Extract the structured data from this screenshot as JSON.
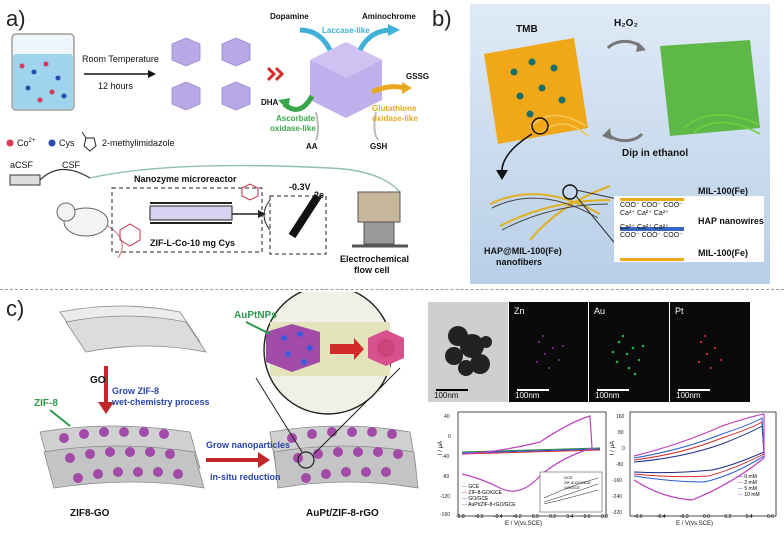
{
  "panel_a": {
    "letter": "a)",
    "condition_top": "Room Temperature",
    "condition_bottom": "12 hours",
    "legend": {
      "co": "Co",
      "co_sup": "2+",
      "cys": "Cys",
      "mim": "2-methylimidazole"
    },
    "nodes": {
      "dopamine": "Dopamine",
      "laccase": "Laccase-like",
      "aminochrome": "Aminochrome",
      "dha": "DHA",
      "gssg": "GSSG",
      "ascorbate": "Ascorbate",
      "ascorbate2": "oxidase-like",
      "glutathione": "Glutathione",
      "glutathione2": "oxidase-like",
      "aa": "AA",
      "gsh": "GSH"
    },
    "flow": {
      "acsf": "aCSF",
      "csf": "CSF",
      "microreactor": "Nanozyme microreactor",
      "zif": "ZIF-L-Co-10 mg Cys",
      "voltage": "-0.3V",
      "electrons": "2e",
      "cell1": "Electrochemical",
      "cell2": "flow cell"
    },
    "colors": {
      "laccase": "#3fb0d8",
      "ascorbate": "#3aa64a",
      "glutathione": "#e8a81e"
    }
  },
  "panel_b": {
    "letter": "b)",
    "tmb": "TMB",
    "h2o2": "H₂O₂",
    "dip": "Dip in ethanol",
    "fiber1": "HAP@MIL-100(Fe)",
    "fiber2": "nanofibers",
    "mil_top": "MIL-100(Fe)",
    "hap": "HAP nanowires",
    "mil_bottom": "MIL-100(Fe)",
    "coo": "COO⁻",
    "ca": "Ca²⁺"
  },
  "panel_c": {
    "letter": "c)",
    "go": "GO",
    "grow_zif1": "Grow ZIF-8",
    "grow_zif2": "wet-chemistry process",
    "zif8": "ZIF-8",
    "auptnps": "AuPtNPs",
    "grow_np": "Grow nanoparticles",
    "in_situ": "in-situ reduction",
    "zif8_go": "ZIF8-GO",
    "aupt_zif": "AuPt/ZIF-8-rGO",
    "eds": {
      "zn": "Zn",
      "au": "Au",
      "pt": "Pt",
      "scale": "100nm"
    },
    "cv1": {
      "ylabel": "I / μA",
      "xlabel": "E / V(vs.SCE)",
      "yticks": [
        "40",
        "0",
        "-40",
        "-80",
        "-120",
        "-160"
      ],
      "xticks": [
        "-0.8",
        "-0.6",
        "-0.4",
        "-0.2",
        "0.0",
        "0.2",
        "0.4",
        "0.6",
        "0.8"
      ],
      "legend": [
        "GCE",
        "ZIF-8-GO/GCE",
        "GO/GCE",
        "AuPt/ZIF-8-rGO/GCE"
      ],
      "inset_legend": [
        "GCE",
        "ZIF-8-GO/GCE",
        "GO/GCE"
      ]
    },
    "cv2": {
      "ylabel": "I / μA",
      "xlabel": "E / V(vs.SCE)",
      "yticks": [
        "160",
        "80",
        "0",
        "-80",
        "-160",
        "-240",
        "-320"
      ],
      "xticks": [
        "-0.6",
        "-0.4",
        "-0.2",
        "0.0",
        "0.2",
        "0.4",
        "0.6"
      ],
      "legend": [
        "0 mM",
        "2 mM",
        "5 mM",
        "10 mM"
      ],
      "colors": [
        "#1b2a8a",
        "#d42a2a",
        "#2a5ad4",
        "#c040c0"
      ]
    }
  }
}
